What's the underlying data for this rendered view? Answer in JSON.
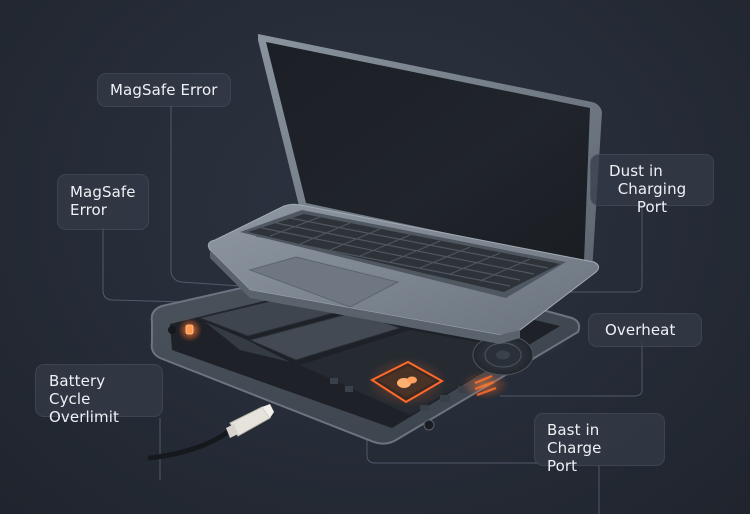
{
  "diagram": {
    "subject": "Laptop exploded view with charging/power issue callouts",
    "colors": {
      "background": "#262c37",
      "label_bg": "#343c48",
      "label_text": "#eef1f5",
      "leader_line": "#5a6576",
      "glow_accent": "#ff6a2a"
    },
    "callouts": [
      {
        "id": "magsafe-error-top",
        "lines": [
          "MagSafe Error"
        ]
      },
      {
        "id": "magsafe-error-left",
        "lines": [
          "MagSafe",
          "Error"
        ]
      },
      {
        "id": "dust-in-charging-port",
        "lines": [
          "Dust in",
          "Charging Port"
        ]
      },
      {
        "id": "overheat",
        "lines": [
          "Overheat"
        ]
      },
      {
        "id": "battery-cycle-overlimit",
        "lines": [
          "Battery Cycle",
          "Overlimit"
        ]
      },
      {
        "id": "bast-in-charge-port",
        "lines": [
          "Bast in Charge",
          "Port"
        ]
      }
    ],
    "components": {
      "laptop": "laptop-top-assembly",
      "base": "open-laptop-base-internals",
      "chip": "processor-chip-glowing",
      "fan": "cooling-fan",
      "charger": "usb-c-charging-cable",
      "hotspot": "magsafe-glowing-connector"
    }
  }
}
